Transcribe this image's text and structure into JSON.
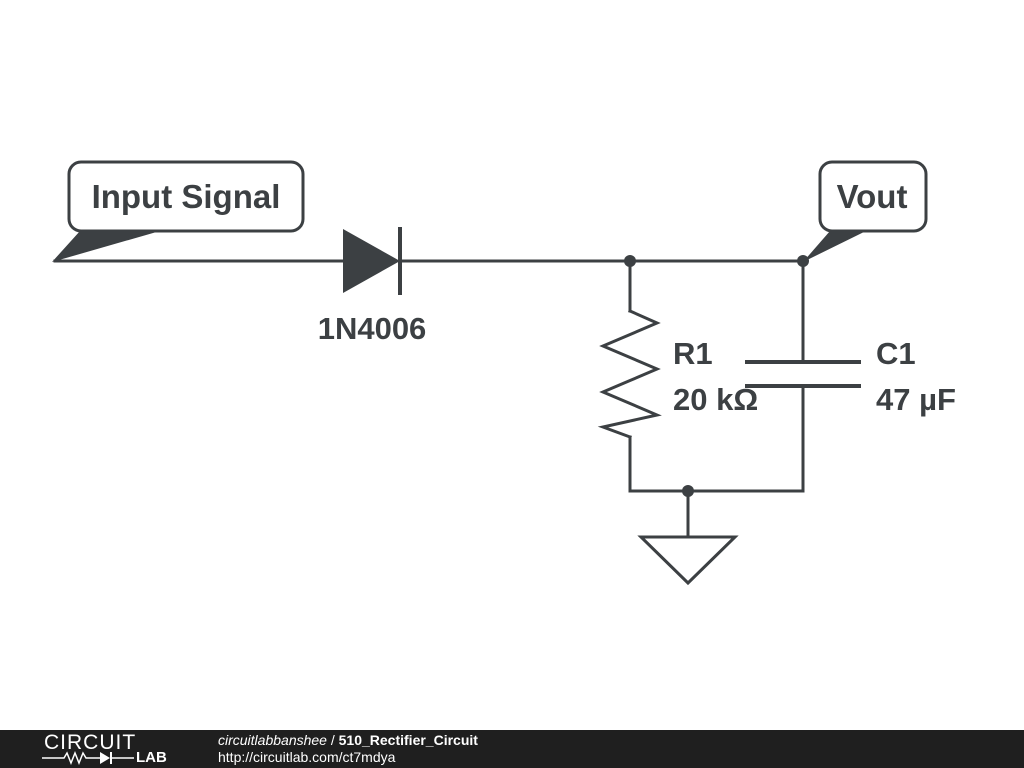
{
  "diagram": {
    "input_label": "Input Signal",
    "output_label": "Vout",
    "diode": {
      "part": "1N4006"
    },
    "resistor": {
      "name": "R1",
      "value": "20 kΩ"
    },
    "capacitor": {
      "name": "C1",
      "value": "47 µF"
    }
  },
  "footer": {
    "logo_top": "CIRCUIT",
    "logo_bottom": "LAB",
    "author": "circuitlabbanshee",
    "separator": " / ",
    "title": "510_Rectifier_Circuit",
    "url": "http://circuitlab.com/ct7mdya"
  },
  "colors": {
    "ink": "#3c4043",
    "footer_bg": "#1f1f1f",
    "footer_text": "#ffffff"
  }
}
